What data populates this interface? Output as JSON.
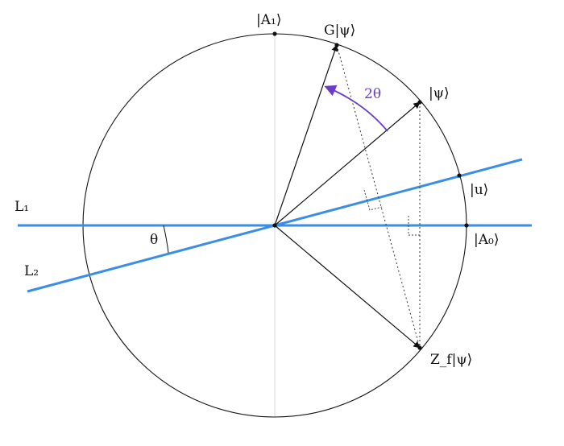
{
  "colors": {
    "line": "#3a8ee6",
    "arc": "#6a3cc8",
    "ink": "#111111",
    "guide": "#c8c8c8"
  },
  "labels": {
    "A1": "|A₁⟩",
    "G_psi": "G|ψ⟩",
    "two_theta": "2θ",
    "psi": "|ψ⟩",
    "u": "|u⟩",
    "A0": "|A₀⟩",
    "L1": "L₁",
    "L2": "L₂",
    "theta": "θ",
    "Zf_psi": "Z_f|ψ⟩"
  }
}
